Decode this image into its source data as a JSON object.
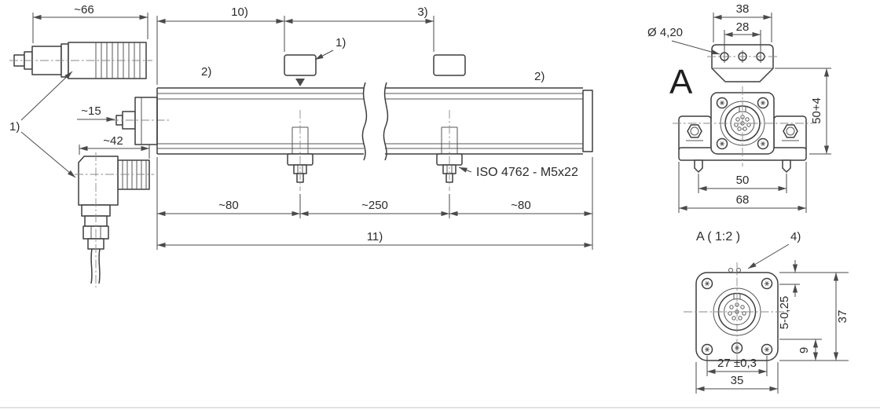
{
  "side_view": {
    "cable_note": "1)",
    "cable_straight": {
      "length": "~66"
    },
    "cable_angled": {
      "length": "~42"
    },
    "rod_dim": "~15",
    "dim_left_block": "10)",
    "dim_block_spacing": "3)",
    "clamp_note": "1)",
    "deadzone_left": "2)",
    "deadzone_right": "2)",
    "screw_spec": "ISO 4762 - M5x22",
    "dim_80_left": "~80",
    "dim_250": "~250",
    "dim_80_right": "~80",
    "dim_total": "11)"
  },
  "end_view": {
    "view_label": "A",
    "hole_dia": "Ø 4,20",
    "dim_38": "38",
    "dim_28": "28",
    "dim_50_4": "50+4",
    "dim_50": "50",
    "dim_68": "68"
  },
  "detail_view": {
    "title": "A ( 1:2 )",
    "note_4": "4)",
    "dim_5": "5-0,25",
    "dim_37": "37",
    "dim_9": "9",
    "dim_27": "27 ±0,3",
    "dim_35": "35"
  }
}
